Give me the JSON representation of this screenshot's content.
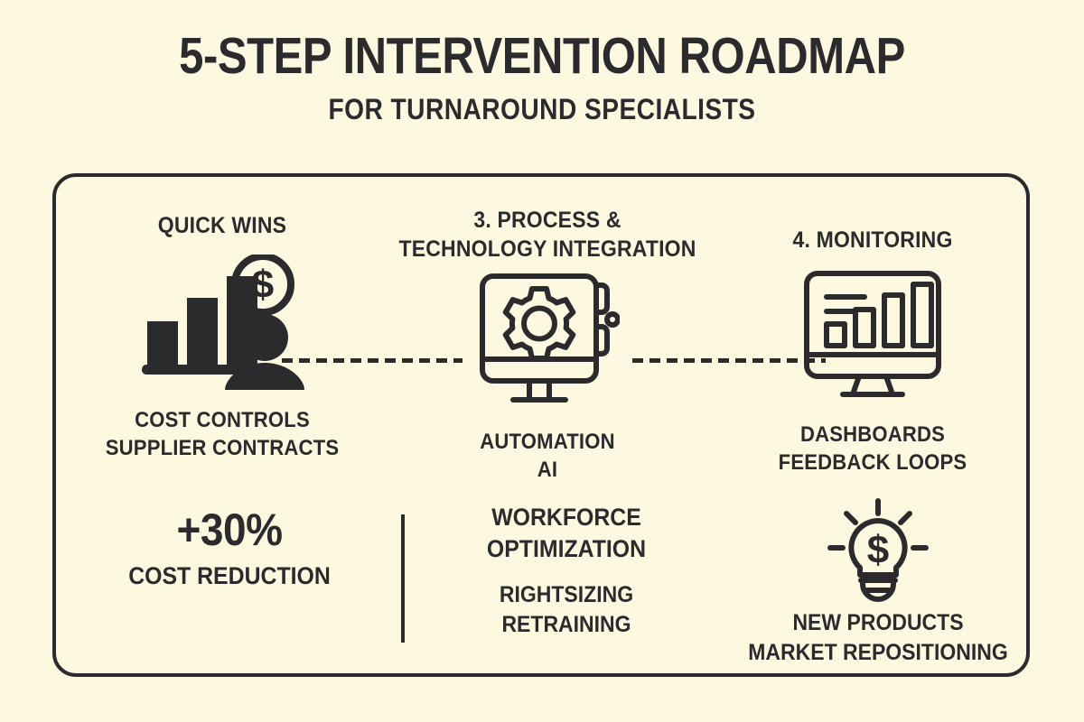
{
  "colors": {
    "background": "#fcf9e0",
    "ink": "#2b2b2e"
  },
  "header": {
    "title": "5-STEP INTERVENTION ROADMAP",
    "subtitle": "FOR TURNAROUND SPECIALISTS"
  },
  "steps": [
    {
      "heading": "QUICK WINS",
      "icon": "bar-chart-person-dollar-icon",
      "caption_line1": "COST CONTROLS",
      "caption_line2": "SUPPLIER CONTRACTS"
    },
    {
      "heading_line1": "3. PROCESS &",
      "heading_line2": "TECHNOLOGY INTEGRATION",
      "icon": "monitor-gear-circuit-icon",
      "caption_line1": "AUTOMATION",
      "caption_line2": "AI"
    },
    {
      "heading": "4. MONITORING",
      "icon": "monitor-dashboard-bars-icon",
      "caption_line1": "DASHBOARDS",
      "caption_line2": "FEEDBACK LOOPS"
    }
  ],
  "connectors": {
    "style": "dashed",
    "count": 2
  },
  "bottom": {
    "stat": {
      "value": "+30%",
      "label": "COST REDUCTION"
    },
    "workforce": {
      "title_line1": "WORKFORCE",
      "title_line2": "OPTIMIZATION",
      "sub_line1": "RIGHTSIZING",
      "sub_line2": "RETRAINING"
    },
    "innovation": {
      "icon": "lightbulb-dollar-icon",
      "caption_line1": "NEW PRODUCTS",
      "caption_line2": "MARKET REPOSITIONING"
    }
  }
}
